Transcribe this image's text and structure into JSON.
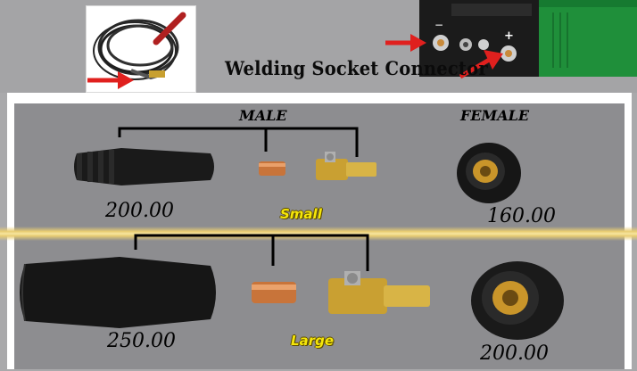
{
  "title": "Welding Socket Connector",
  "headers": {
    "male": "MALE",
    "female": "FEMALE"
  },
  "rows": [
    {
      "size_label": "Small",
      "male_price": "200.00",
      "female_price": "160.00"
    },
    {
      "size_label": "Large",
      "male_price": "250.00",
      "female_price": "200.00"
    }
  ],
  "colors": {
    "arrow": "#e0201e",
    "size_label": "#f5e60a",
    "machine_green": "#1f8f3a",
    "band": "#e9cd72"
  },
  "machine_terminals": [
    "−",
    "+"
  ],
  "icons": [
    "cable-photo",
    "welding-machine",
    "red-arrow-icon",
    "plug-sleeve-icon",
    "copper-ferrule-icon",
    "brass-insert-icon",
    "panel-socket-icon"
  ]
}
